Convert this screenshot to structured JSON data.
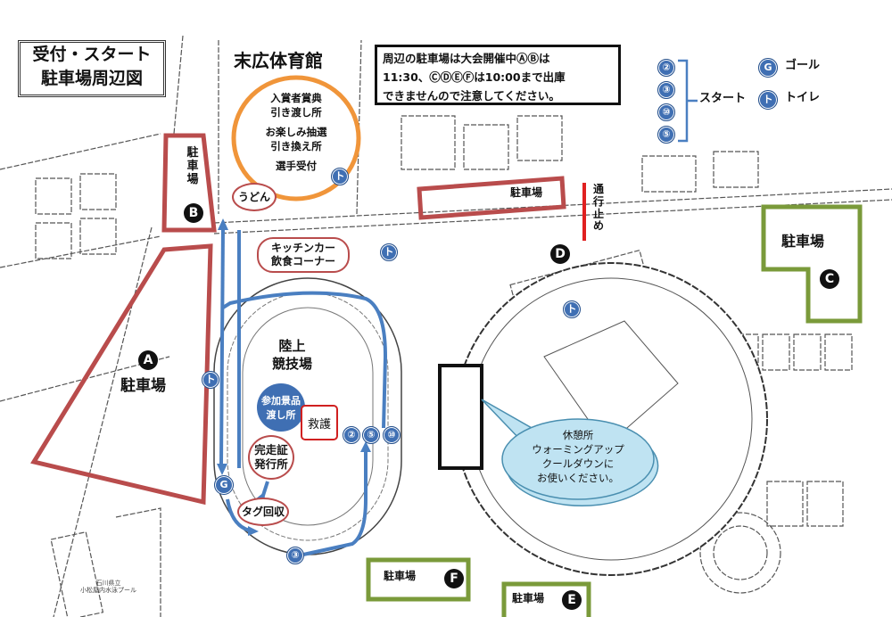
{
  "title": {
    "line1": "受付・スタート",
    "line2": "駐車場周辺図"
  },
  "notice": {
    "line1": "周辺の駐車場は大会開催中ⒶⒷは",
    "line2": "11:30、ⒸⒹⒺⒻは10:00まで出庫",
    "line3": "できませんので注意してください。"
  },
  "legend": {
    "start_numbers": [
      "②",
      "③",
      "⑩",
      "⑤"
    ],
    "start_label": "スタート",
    "goal_icon": "G",
    "goal_label": "ゴール",
    "toilet_icon": "ト",
    "toilet_label": "トイレ"
  },
  "buildings": {
    "gym": "末広体育館",
    "gym_services": [
      "入賞者賞典",
      "引き渡し所",
      "お楽しみ抽選",
      "引き換え所",
      "選手受付"
    ],
    "udon": "うどん",
    "kitchen_car": [
      "キッチンカー",
      "飲食コーナー"
    ],
    "track": [
      "陸上",
      "競技場"
    ],
    "prize": [
      "参加景品",
      "渡し所"
    ],
    "first_aid": "救護",
    "certificate": [
      "完走証",
      "発行所"
    ],
    "tag_return": "タグ回収",
    "rest_area": [
      "休憩所",
      "ウォーミングアップ",
      "クールダウンに",
      "お使いください。"
    ],
    "road_closed": "通行止め",
    "pool": [
      "石川県立",
      "小松屋内水泳プール"
    ]
  },
  "parking": {
    "label": "駐車場",
    "A": "A",
    "B": "B",
    "C": "C",
    "D": "D",
    "E": "E",
    "F": "F"
  },
  "markers": {
    "goal": "G",
    "toilet": "ト",
    "start_2": "②",
    "start_5": "⑤",
    "start_10": "⑩",
    "start_3": "③"
  },
  "colors": {
    "parking_red": "#b94c4c",
    "parking_green": "#7a9a3a",
    "route_blue": "#4a7fc1",
    "reception_orange": "#f0953a",
    "bubble": "#bfe3f2"
  }
}
